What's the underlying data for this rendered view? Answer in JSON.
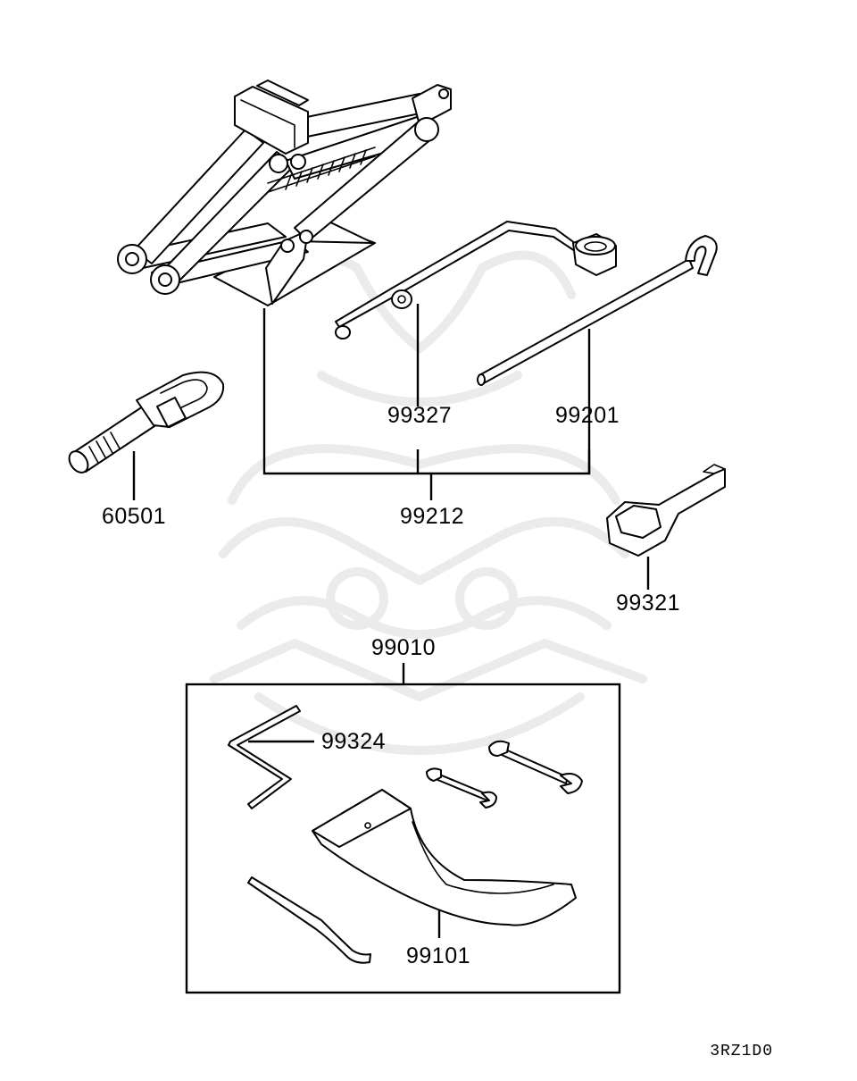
{
  "labels": {
    "p60501": "60501",
    "p99327": "99327",
    "p99201": "99201",
    "p99212": "99212",
    "p99321": "99321",
    "p99010": "99010",
    "p99324": "99324",
    "p99101": "99101"
  },
  "diagram_code": "3RZ1D0"
}
